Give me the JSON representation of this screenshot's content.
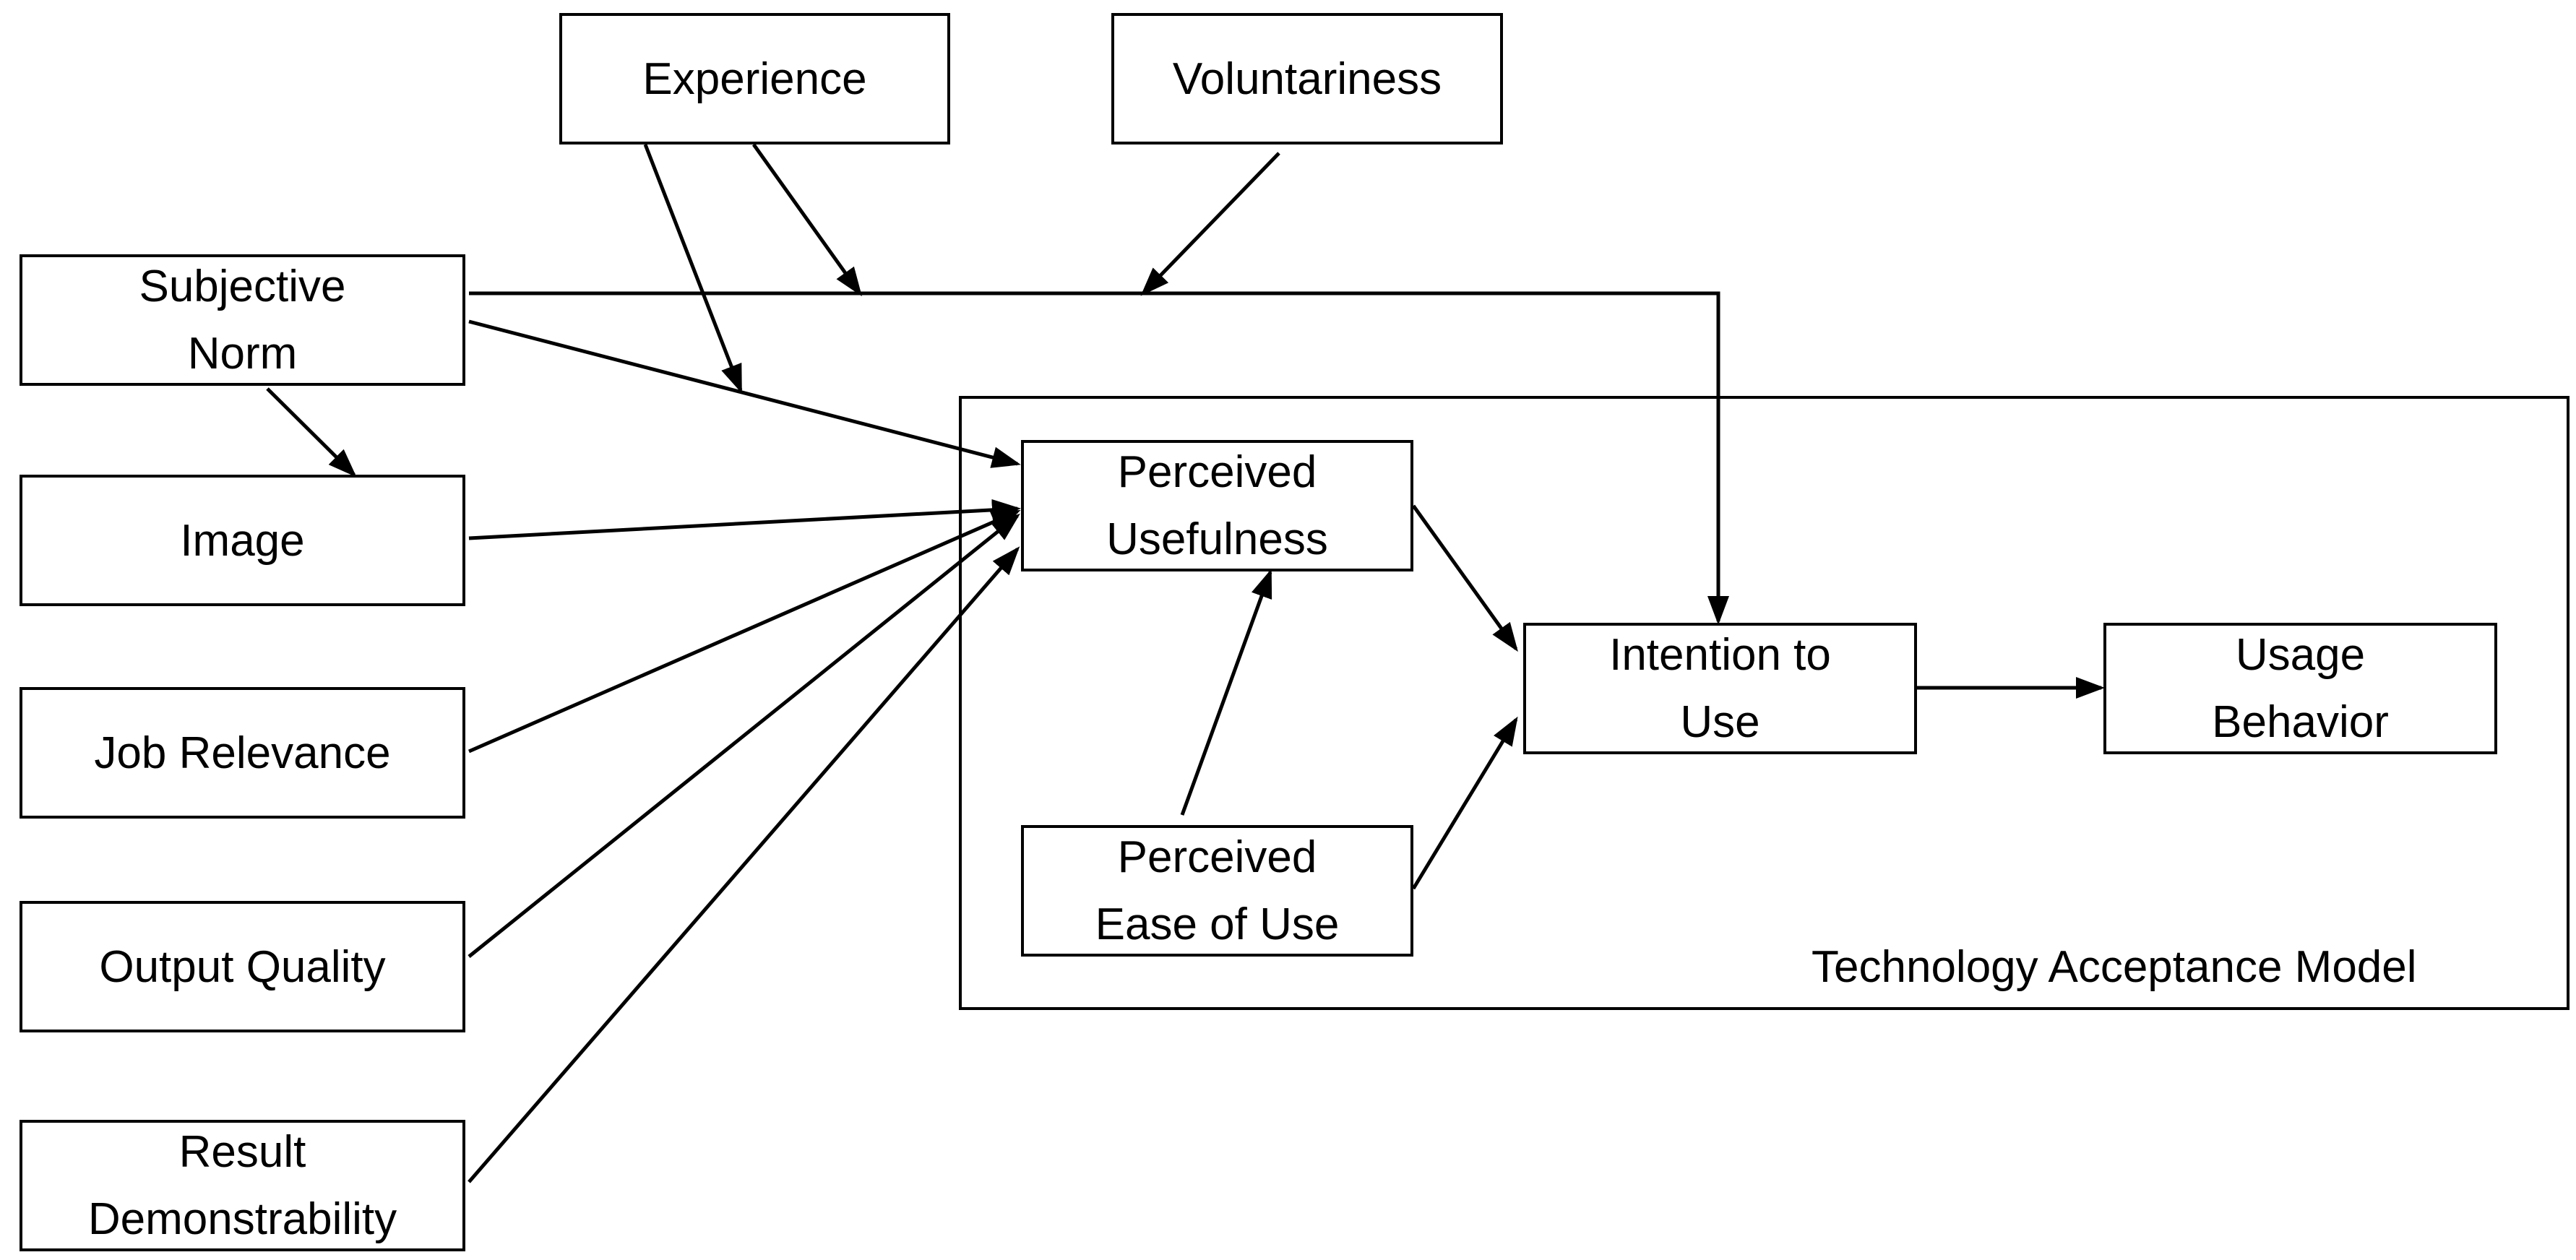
{
  "tam_label": "Technology Acceptance Model",
  "nodes": {
    "experience": [
      "Experience"
    ],
    "voluntariness": [
      "Voluntariness"
    ],
    "subjective_norm": [
      "Subjective",
      "Norm"
    ],
    "image": [
      "Image"
    ],
    "job_relevance": [
      "Job Relevance"
    ],
    "output_quality": [
      "Output Quality"
    ],
    "result_demonstrability": [
      "Result",
      "Demonstrability"
    ],
    "perceived_usefulness": [
      "Perceived",
      "Usefulness"
    ],
    "perceived_ease_of_use": [
      "Perceived",
      "Ease of Use"
    ],
    "intention_to_use": [
      "Intention to",
      "Use"
    ],
    "usage_behavior": [
      "Usage",
      "Behavior"
    ]
  },
  "edges": [
    {
      "from": "subjective_norm",
      "to": "intention_to_use"
    },
    {
      "from": "subjective_norm",
      "to": "perceived_usefulness"
    },
    {
      "from": "subjective_norm",
      "to": "image"
    },
    {
      "from": "image",
      "to": "perceived_usefulness"
    },
    {
      "from": "job_relevance",
      "to": "perceived_usefulness"
    },
    {
      "from": "output_quality",
      "to": "perceived_usefulness"
    },
    {
      "from": "result_demonstrability",
      "to": "perceived_usefulness"
    },
    {
      "from": "perceived_ease_of_use",
      "to": "perceived_usefulness"
    },
    {
      "from": "perceived_usefulness",
      "to": "intention_to_use"
    },
    {
      "from": "perceived_ease_of_use",
      "to": "intention_to_use"
    },
    {
      "from": "intention_to_use",
      "to": "usage_behavior"
    },
    {
      "from": "experience",
      "to": "subjective_norm-perceived_usefulness",
      "moderates": true
    },
    {
      "from": "experience",
      "to": "subjective_norm-intention_to_use",
      "moderates": true
    },
    {
      "from": "voluntariness",
      "to": "subjective_norm-intention_to_use",
      "moderates": true
    }
  ],
  "colors": {
    "stroke": "#000000",
    "background": "#ffffff"
  }
}
